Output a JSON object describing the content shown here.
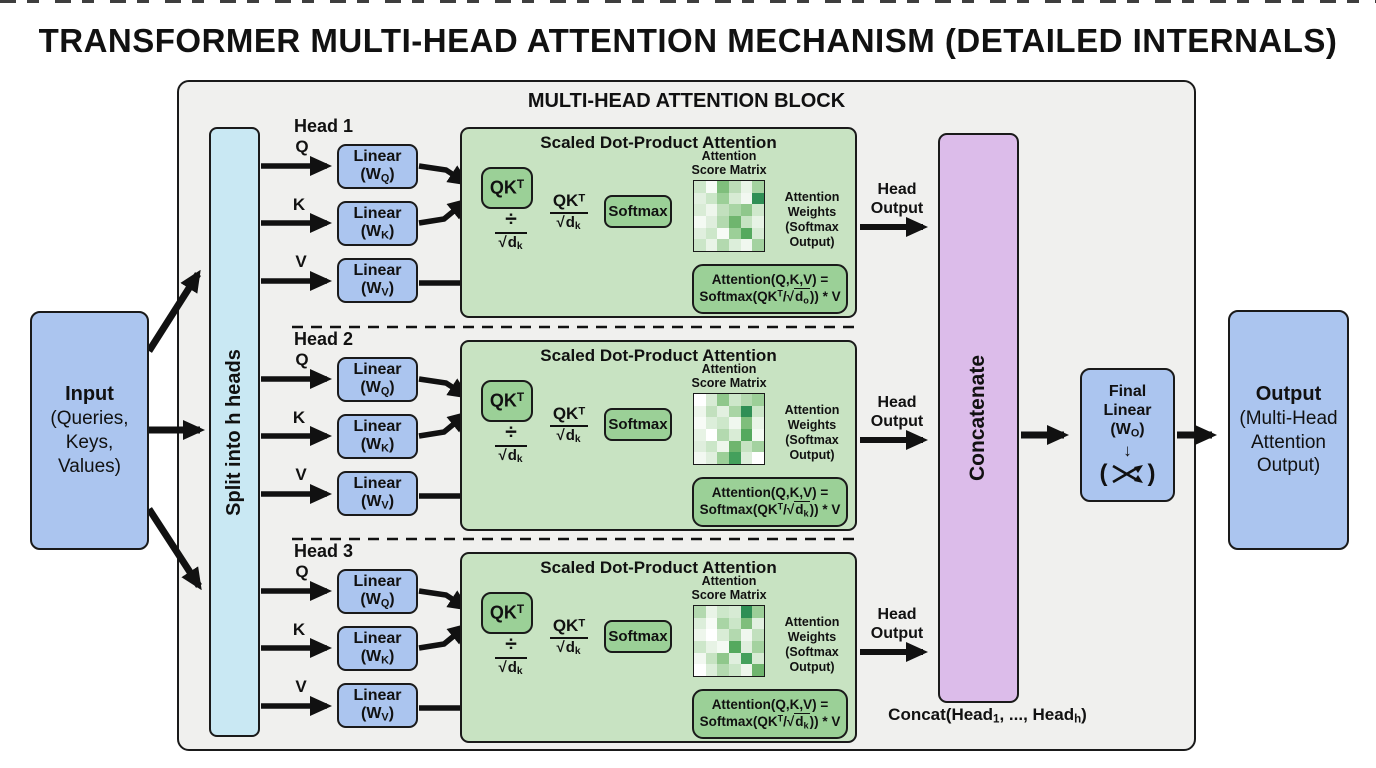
{
  "page": {
    "title": "TRANSFORMER MULTI-HEAD ATTENTION MECHANISM (DETAILED INTERNALS)"
  },
  "block": {
    "title": "MULTI-HEAD ATTENTION BLOCK"
  },
  "input_box": {
    "title": "Input",
    "line2": "(Queries,",
    "line3": "Keys,",
    "line4": "Values)"
  },
  "output_box": {
    "title": "Output",
    "line2": "(Multi-Head",
    "line3": "Attention",
    "line4": "Output)"
  },
  "split_box": {
    "label": "Split into h heads"
  },
  "concat": {
    "label": "Concatenate",
    "caption": {
      "base": "Concat(Head",
      "sub1": "1",
      "mid": ", ..., Head",
      "subh": "h",
      "close": ")"
    }
  },
  "final_linear": {
    "line1": "Final",
    "line2": "Linear",
    "w_open": "(W",
    "w_sub": "O",
    "w_close": ")",
    "down_arrow": "↓"
  },
  "labels": {
    "q": "Q",
    "k": "K",
    "v": "V",
    "linear": "Linear",
    "w_open": "(W",
    "w_close": ")",
    "sub_q": "Q",
    "sub_k": "K",
    "sub_v": "V",
    "sdpa_title": "Scaled Dot-Product Attention",
    "qk": "QK",
    "t_sup": "T",
    "divide": "÷",
    "sqrt": "√",
    "d": "d",
    "d_sub": "k",
    "softmax": "Softmax",
    "score_line1": "Attention",
    "score_line2": "Score Matrix",
    "weights_line1": "Attention",
    "weights_line2": "Weights",
    "weights_line3": "(Softmax Output)",
    "head_out_line1": "Head",
    "head_out_line2": "Output",
    "formula_line1": "Attention(Q,K,V) =",
    "formula_open": "Softmax(QK",
    "formula_slash": "/",
    "formula_close": ")) * V"
  },
  "heads": [
    {
      "name": "Head 1",
      "d_sub": "o",
      "matrix": [
        [
          "#cde7ca",
          "#f7fbf6",
          "#7fbe7c",
          "#bcdcb8",
          "#e9f4e7",
          "#a4d2a0"
        ],
        [
          "#e2f0e0",
          "#cbe6c8",
          "#9ccf98",
          "#d7ebd4",
          "#f2f8f1",
          "#2f8f55"
        ],
        [
          "#d9ecd6",
          "#eef6ec",
          "#c2e0be",
          "#a9d5a5",
          "#8fc78b",
          "#cfe8cc"
        ],
        [
          "#f4faf3",
          "#dfeedd",
          "#b3d9af",
          "#6fb56e",
          "#c6e3c2",
          "#e7f3e5"
        ],
        [
          "#e0efde",
          "#cde7ca",
          "#f7fbf6",
          "#9ccf98",
          "#55a95e",
          "#d7ebd4"
        ],
        [
          "#cbe6c8",
          "#e9f4e7",
          "#b3d9af",
          "#dceeda",
          "#f0f7ef",
          "#a4d2a0"
        ]
      ]
    },
    {
      "name": "Head 2",
      "d_sub": "k",
      "matrix": [
        [
          "#ffffff",
          "#d7ebd4",
          "#8fc78b",
          "#cde7ca",
          "#b3d9af",
          "#9ccf98"
        ],
        [
          "#eef6ec",
          "#c2e0be",
          "#e2f0e0",
          "#a9d5a5",
          "#2f8f55",
          "#cbe6c8"
        ],
        [
          "#f7fbf6",
          "#dceeda",
          "#cde7ca",
          "#f0f7ef",
          "#7fbe7c",
          "#e9f4e7"
        ],
        [
          "#e7f3e5",
          "#ffffff",
          "#b3d9af",
          "#d9ecd6",
          "#55a95e",
          "#f4faf3"
        ],
        [
          "#dfeedd",
          "#cbe6c8",
          "#eef6ec",
          "#6fb56e",
          "#c6e3c2",
          "#a4d2a0"
        ],
        [
          "#f2f8f1",
          "#e0efde",
          "#9ccf98",
          "#44a05c",
          "#dceeda",
          "#ffffff"
        ]
      ]
    },
    {
      "name": "Head 3",
      "d_sub": "k",
      "matrix": [
        [
          "#b3d9af",
          "#e9f4e7",
          "#cde7ca",
          "#d7ebd4",
          "#2f8f55",
          "#9ccf98"
        ],
        [
          "#dceeda",
          "#f7fbf6",
          "#a9d5a5",
          "#cbe6c8",
          "#7fbe7c",
          "#e2f0e0"
        ],
        [
          "#eef6ec",
          "#ffffff",
          "#d9ecd6",
          "#b3d9af",
          "#f0f7ef",
          "#c2e0be"
        ],
        [
          "#cde7ca",
          "#e7f3e5",
          "#f4faf3",
          "#55a95e",
          "#dfeedd",
          "#a4d2a0"
        ],
        [
          "#f2f8f1",
          "#c6e3c2",
          "#8fc78b",
          "#e0efde",
          "#44a05c",
          "#d7ebd4"
        ],
        [
          "#ffffff",
          "#dceeda",
          "#b3d9af",
          "#cbe6c8",
          "#eef6ec",
          "#6fb56e"
        ]
      ]
    }
  ],
  "colors": {
    "blue_box": "#abc5ef",
    "cyan_box": "#c9e8f3",
    "green_panel": "#c8e3c2",
    "green_box": "#9bd097",
    "purple_box": "#dcbcea",
    "container_bg": "#f0f0ee",
    "matrix_dark": "#2f8f55",
    "line": "#111111"
  }
}
